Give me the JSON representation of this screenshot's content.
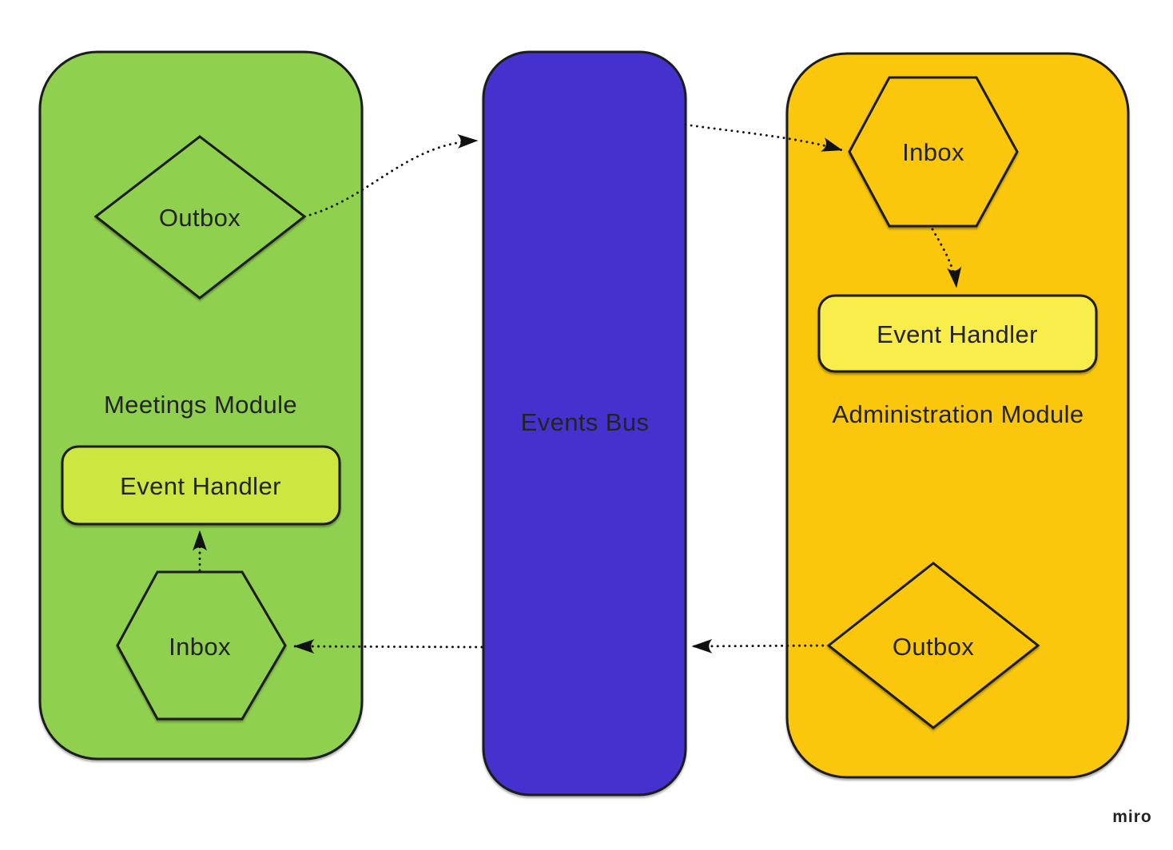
{
  "modules": {
    "meetings": {
      "label": "Meetings Module",
      "fill": "#8FD14F",
      "outbox": {
        "label": "Outbox",
        "shape": "diamond"
      },
      "inbox": {
        "label": "Inbox",
        "shape": "hexagon"
      },
      "event_handler": {
        "label": "Event Handler",
        "fill": "#CEE741"
      }
    },
    "events_bus": {
      "label": "Events Bus",
      "fill": "#4430CE",
      "text_color": "#FFFFFF"
    },
    "administration": {
      "label": "Administration Module",
      "fill": "#FAC710",
      "inbox": {
        "label": "Inbox",
        "shape": "hexagon"
      },
      "event_handler": {
        "label": "Event Handler",
        "fill": "#F9ED4B"
      },
      "outbox": {
        "label": "Outbox",
        "shape": "diamond"
      }
    }
  },
  "connections": [
    {
      "from": "meetings.outbox",
      "to": "events_bus",
      "style": "dotted-arrow"
    },
    {
      "from": "events_bus",
      "to": "administration.inbox",
      "style": "dotted-arrow"
    },
    {
      "from": "administration.inbox",
      "to": "administration.event_handler",
      "style": "dotted-arrow"
    },
    {
      "from": "administration.outbox",
      "to": "events_bus",
      "style": "dotted-arrow"
    },
    {
      "from": "events_bus",
      "to": "meetings.inbox",
      "style": "dotted-arrow"
    },
    {
      "from": "meetings.inbox",
      "to": "meetings.event_handler",
      "style": "dotted-arrow"
    }
  ],
  "watermark": {
    "label": "miro",
    "color": "#C6C7D2"
  }
}
